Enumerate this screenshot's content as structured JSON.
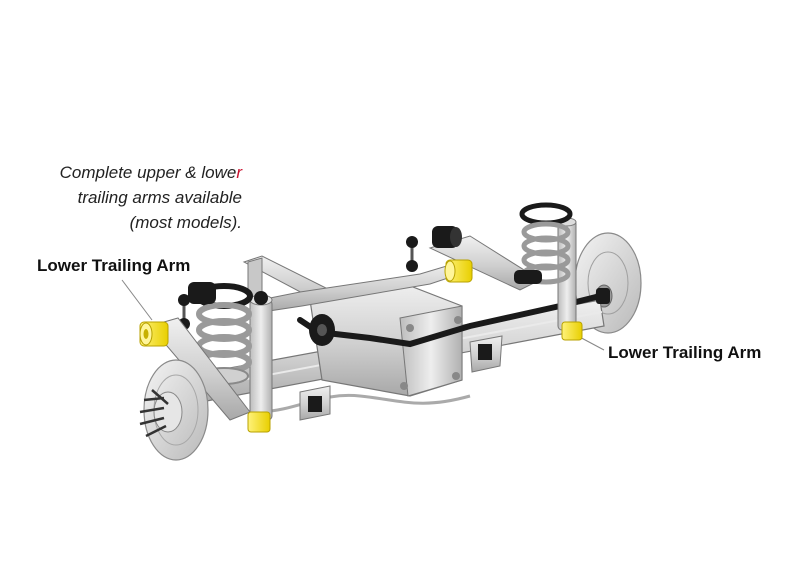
{
  "note": {
    "line1_main": "Complete upper & lowe",
    "line1_accent": "r",
    "line2": "trailing arms available",
    "line3": "(most models)."
  },
  "callouts": {
    "left": "Lower Trailing Arm",
    "right": "Lower Trailing Arm"
  },
  "colors": {
    "bushing": "#f5e21a",
    "metal": "#d6d6d6",
    "metal_dark": "#9a9a9a",
    "bar": "#1a1a1a",
    "accent": "#c8102e"
  }
}
